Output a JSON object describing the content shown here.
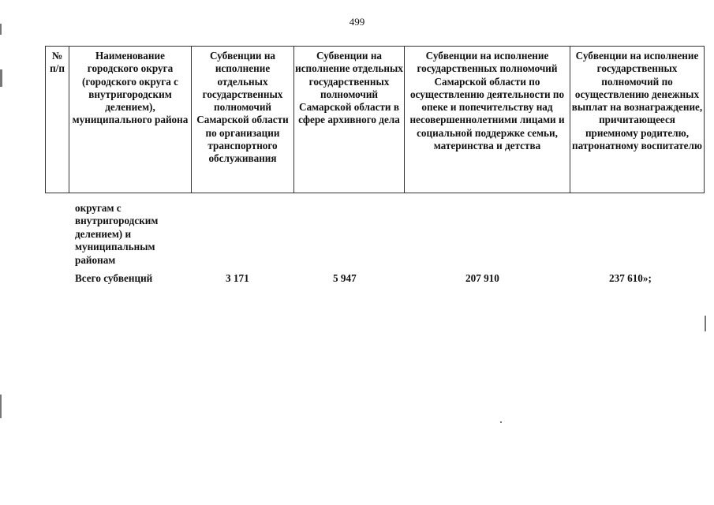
{
  "page": {
    "number": "499"
  },
  "table": {
    "headers": [
      "№ п/п",
      "Наименование городского округа (городского округа с внутригородским делением), муниципального района",
      "Субвенции на исполнение отдельных государственных полномочий Самарской области по организации транспортного обслуживания",
      "Субвенции на исполнение отдельных государственных полномочий Самарской области в сфере архивного дела",
      "Субвенции на исполнение государственных полномочий Самарской области по осуществлению деятельности по опеке и попечительству над несовершеннолетними лицами и социальной поддержке семьи, материнства и детства",
      "Субвенции на исполнение государственных полномочий по осуществлению денежных выплат на вознаграждение, причитающееся приемному родителю, патронатному воспитателю"
    ]
  },
  "continuation": {
    "text": "округам с внутригородским делением) и муниципальным районам"
  },
  "totals": {
    "label": "Всего субвенций",
    "values": [
      "3 171",
      "5 947",
      "207 910",
      "237 610»;"
    ]
  }
}
